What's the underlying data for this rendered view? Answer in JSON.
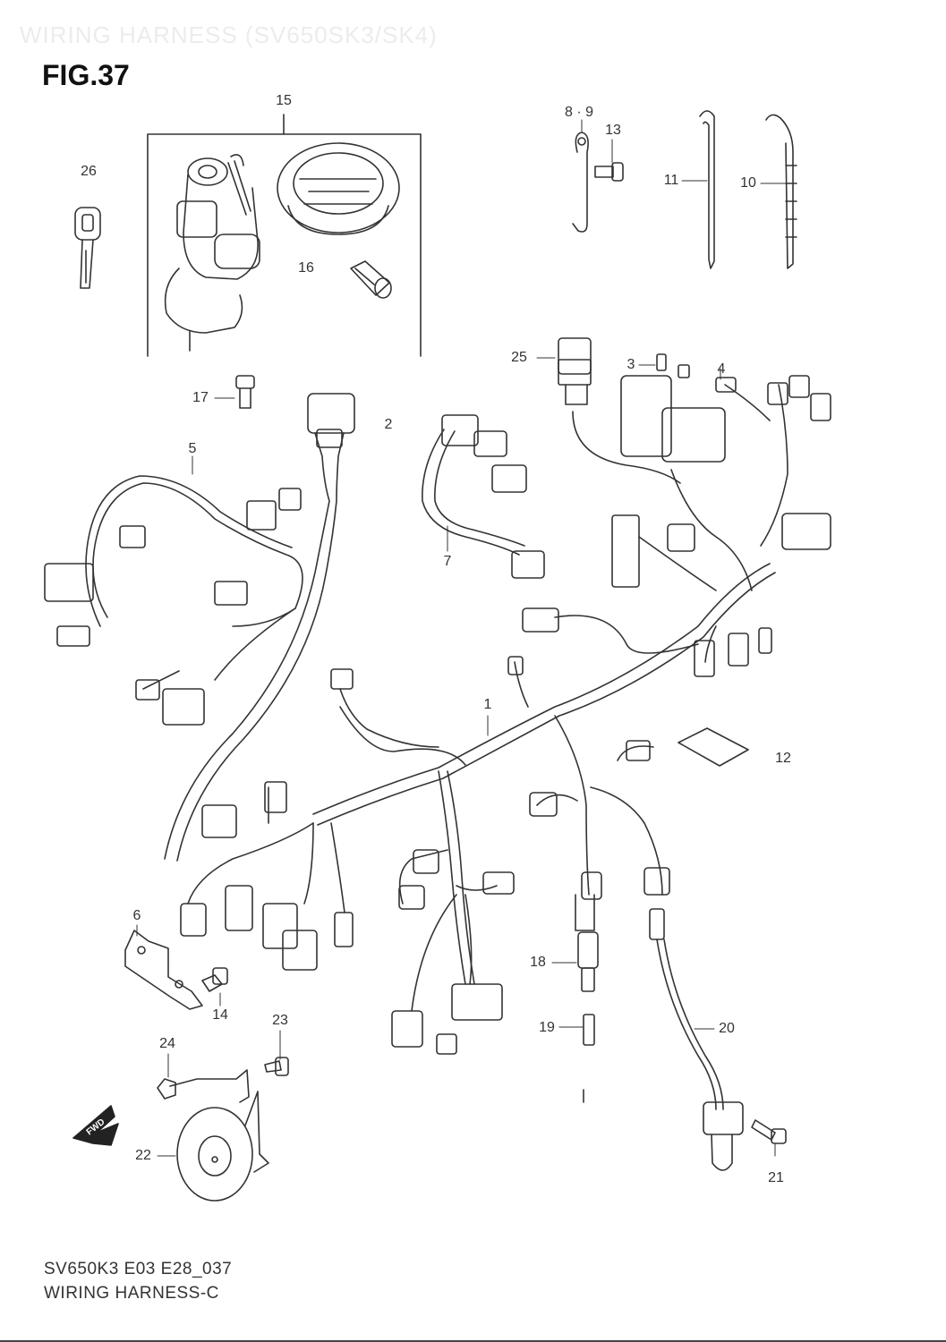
{
  "header": {
    "faded_title": "WIRING HARNESS (SV650SK3/SK4)"
  },
  "figure": {
    "label": "FIG.37"
  },
  "footer": {
    "code": "SV650K3 E03 E28_037",
    "name": "WIRING HARNESS-C"
  },
  "callouts": {
    "c1": "1",
    "c2": "2",
    "c3": "3",
    "c4": "4",
    "c5": "5",
    "c6": "6",
    "c7": "7",
    "c89": "8 · 9",
    "c10": "10",
    "c11": "11",
    "c12": "12",
    "c13": "13",
    "c14": "14",
    "c15": "15",
    "c16": "16",
    "c17": "17",
    "c18": "18",
    "c19": "19",
    "c20": "20",
    "c21": "21",
    "c22": "22",
    "c23": "23",
    "c24": "24",
    "c25": "25",
    "c26": "26"
  },
  "arrow": {
    "label": "FWD"
  }
}
